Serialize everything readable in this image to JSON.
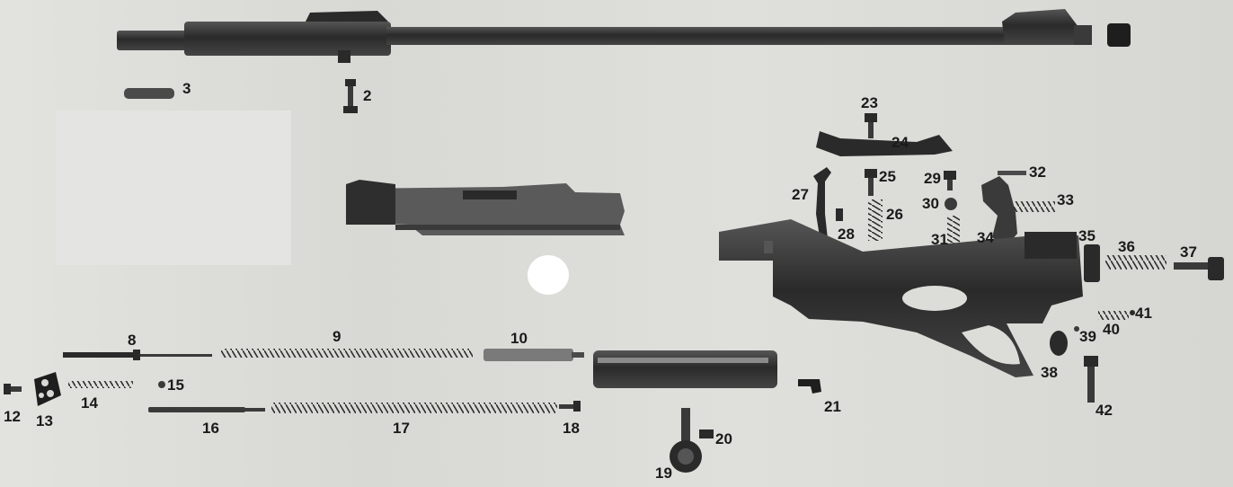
{
  "figure": {
    "labels": {
      "l2": "2",
      "l3": "3",
      "l8": "8",
      "l9": "9",
      "l10": "10",
      "l12": "12",
      "l13": "13",
      "l14": "14",
      "l15": "15",
      "l16": "16",
      "l17": "17",
      "l18": "18",
      "l19": "19",
      "l20": "20",
      "l21": "21",
      "l23": "23",
      "l24": "24",
      "l25": "25",
      "l26": "26",
      "l27": "27",
      "l28": "28",
      "l29": "29",
      "l30": "30",
      "l31": "31",
      "l32": "32",
      "l33": "33",
      "l34": "34",
      "l35": "35",
      "l36": "36",
      "l37": "37",
      "l38": "38",
      "l39": "39",
      "l40": "40",
      "l41": "41",
      "l42": "42"
    },
    "colors": {
      "metal": "#3a3a3a",
      "metal_dark": "#1e1e1e",
      "metal_light": "#6a6a6a",
      "paper": "#dcdcd8"
    }
  }
}
